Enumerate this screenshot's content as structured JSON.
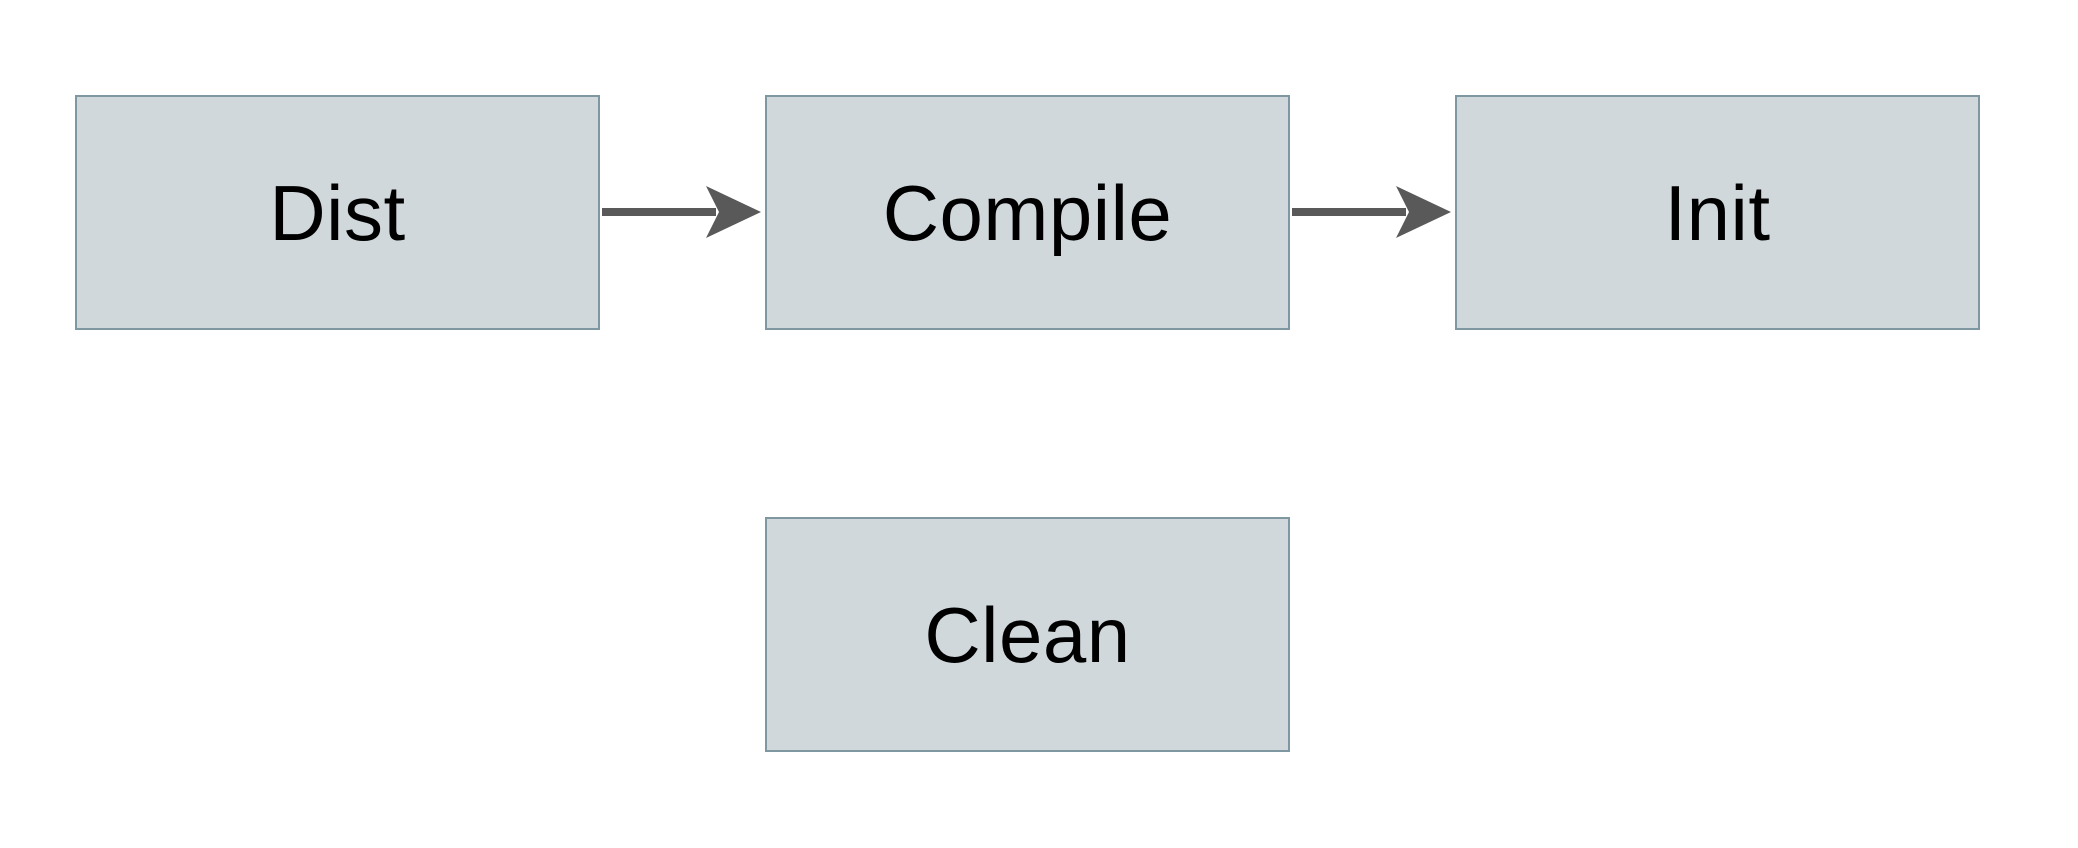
{
  "diagram": {
    "title": "build-tasks-flow",
    "nodes": [
      {
        "id": "dist",
        "label": "Dist"
      },
      {
        "id": "compile",
        "label": "Compile"
      },
      {
        "id": "init",
        "label": "Init"
      },
      {
        "id": "clean",
        "label": "Clean"
      }
    ],
    "edges": [
      {
        "from": "Dist",
        "to": "Compile",
        "direction": "right"
      },
      {
        "from": "Compile",
        "to": "Init",
        "direction": "right"
      }
    ],
    "colors": {
      "background": "#ffffff",
      "node_fill": "#d0d8db",
      "node_border": "#7f97a1",
      "arrow": "#595959",
      "text": "#000000"
    }
  }
}
